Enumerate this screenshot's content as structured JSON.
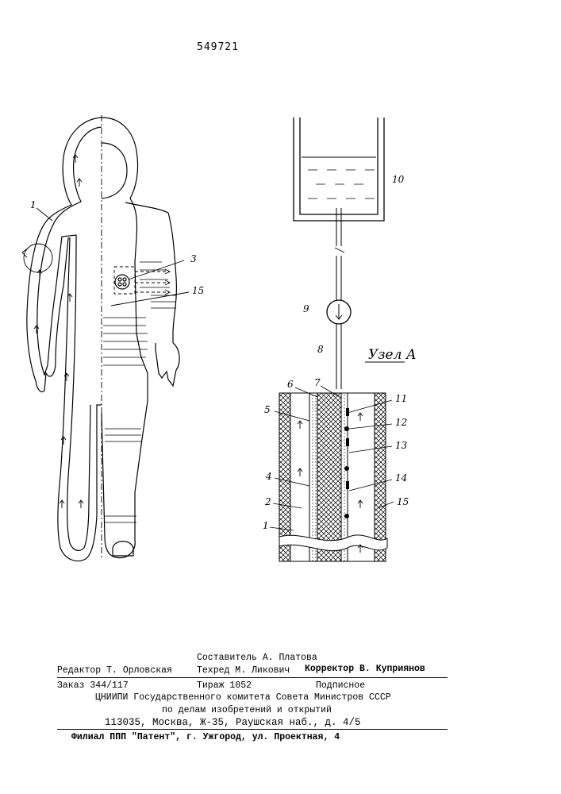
{
  "patent_number": "549721",
  "figure": {
    "node_title": "Узел А",
    "labels": {
      "suit_1": "1",
      "suit_3": "3",
      "suit_15": "15",
      "tank_10": "10",
      "valve_9": "9",
      "tube_8": "8",
      "d_6": "6",
      "d_7": "7",
      "d_5": "5",
      "d_4": "4",
      "d_2": "2",
      "d_1": "1",
      "d_11": "11",
      "d_12": "12",
      "d_13": "13",
      "d_14": "14",
      "d_15": "15"
    }
  },
  "imprint": {
    "compiler": "Составитель А. Платова",
    "editor": "Редактор Т. Орловская",
    "techred": "Техред М. Ликович",
    "corrector": "Корректор В. Куприянов",
    "order": "Заказ 344/117",
    "circulation": "Тираж 1052",
    "subscription": "Подписное",
    "org_line1": "ЦНИИПИ Государственного комитета Совета Министров СССР",
    "org_line2": "по делам изобретений и открытий",
    "address": "113035, Москва, Ж-35, Раушская наб., д. 4/5",
    "branch": "Филиал ППП \"Патент\", г. Ужгород, ул. Проектная, 4"
  }
}
